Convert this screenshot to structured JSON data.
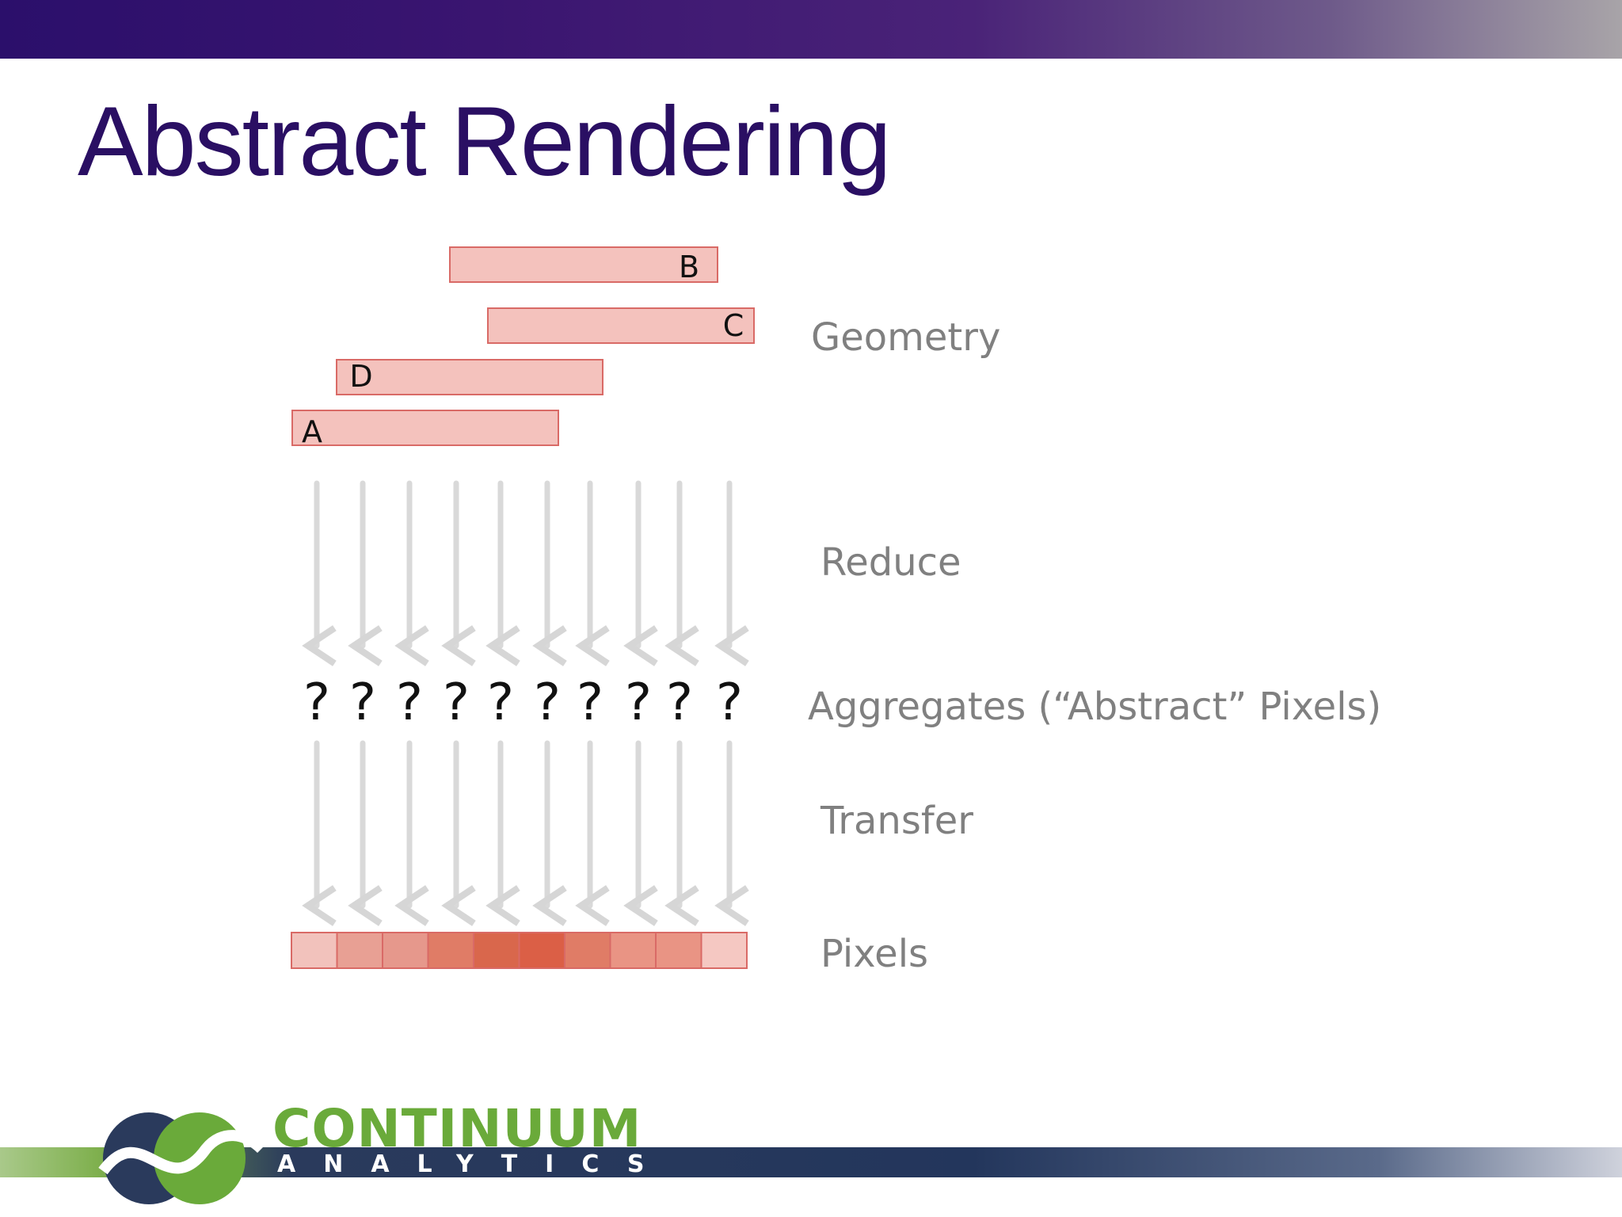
{
  "slide": {
    "title": "Abstract Rendering"
  },
  "geometry": [
    {
      "label": "B"
    },
    {
      "label": "C"
    },
    {
      "label": "D"
    },
    {
      "label": "A"
    }
  ],
  "stages": {
    "geometry": "Geometry",
    "reduce": "Reduce",
    "aggregates": "Aggregates (“Abstract” Pixels)",
    "transfer": "Transfer",
    "pixels": "Pixels"
  },
  "aggregates": [
    "?",
    "?",
    "?",
    "?",
    "?",
    "?",
    "?",
    "?",
    "?",
    "?"
  ],
  "pixel_colors": [
    "#f2c2bc",
    "#e8a094",
    "#e6988c",
    "#e07c66",
    "#d9674c",
    "#db5f46",
    "#e07c66",
    "#e99484",
    "#e99484",
    "#f5c8c2"
  ],
  "colors": {
    "brand_purple": "#2a0f63",
    "brand_green": "#6aaa3a",
    "label_gray": "#808080",
    "bar_fill": "#f4c2bd",
    "bar_stroke": "#d96a66"
  },
  "logo": {
    "word": "CONTINUUM",
    "sub": "ANALYTICS"
  }
}
